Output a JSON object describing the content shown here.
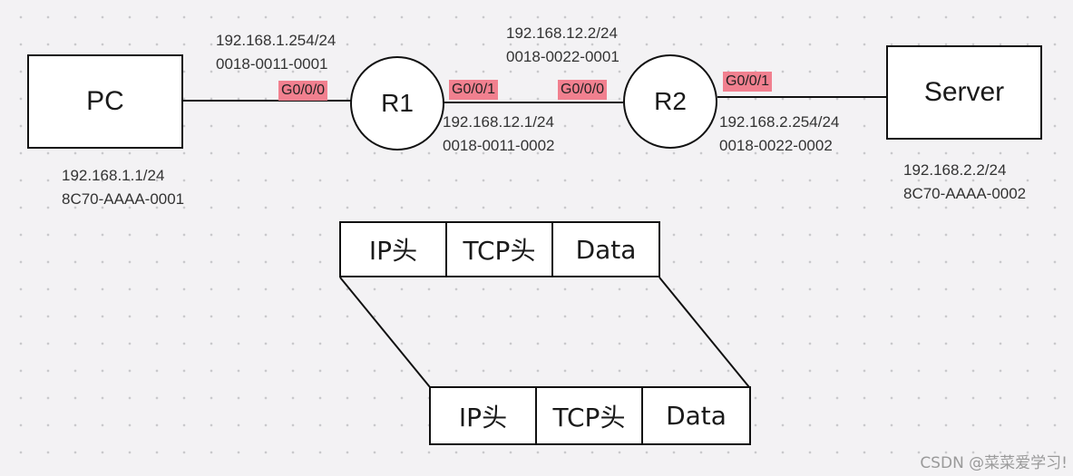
{
  "topology": {
    "pc": {
      "label": "PC",
      "ip": "192.168.1.1/24",
      "mac": "8C70-AAAA-0001"
    },
    "r1": {
      "label": "R1",
      "g000": {
        "port": "G0/0/0",
        "ip": "192.168.1.254/24",
        "mac": "0018-0011-0001"
      },
      "g001": {
        "port": "G0/0/1",
        "ip": "192.168.12.1/24",
        "mac": "0018-0011-0002"
      }
    },
    "r2": {
      "label": "R2",
      "g000": {
        "port": "G0/0/0",
        "ip": "192.168.12.2/24",
        "mac": "0018-0022-0001"
      },
      "g001": {
        "port": "G0/0/1",
        "ip": "192.168.2.254/24",
        "mac": "0018-0022-0002"
      }
    },
    "server": {
      "label": "Server",
      "ip": "192.168.2.2/24",
      "mac": "8C70-AAAA-0002"
    }
  },
  "packets": {
    "top": [
      "IP头",
      "TCP头",
      "Data"
    ],
    "bottom": [
      "IP头",
      "TCP头",
      "Data"
    ]
  },
  "watermark": "CSDN @菜菜爱学习!",
  "colors": {
    "port_highlight": "#f1808f",
    "line": "#111111",
    "background": "#f3f2f4"
  }
}
